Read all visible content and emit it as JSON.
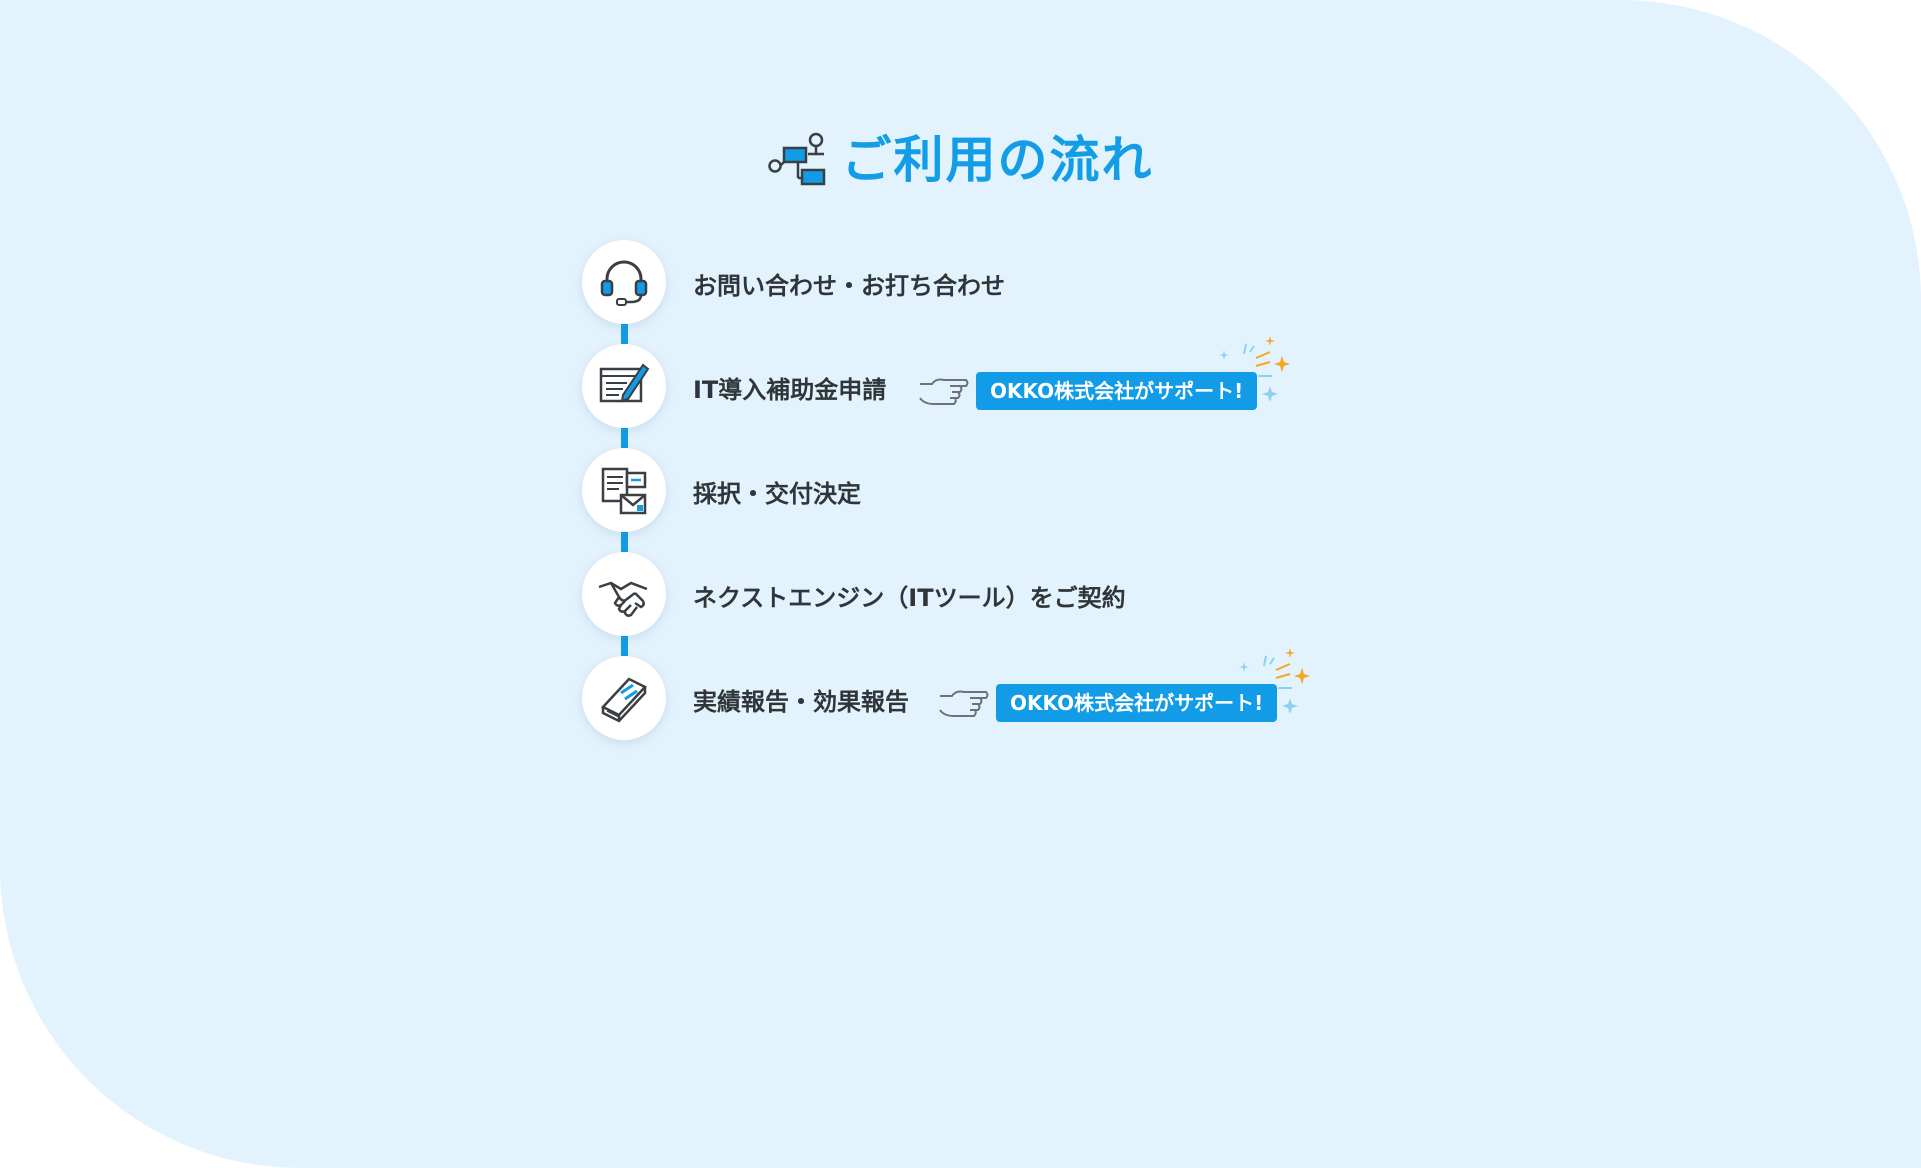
{
  "title": "ご利用の流れ",
  "steps": [
    {
      "label": "お問い合わせ・お打ち合わせ",
      "icon": "headset-icon"
    },
    {
      "label": "IT導入補助金申請",
      "icon": "document-pen-icon",
      "badge": "OKKO株式会社がサポート!"
    },
    {
      "label": "採択・交付決定",
      "icon": "documents-mail-icon"
    },
    {
      "label": "ネクストエンジン（ITツール）をご契約",
      "icon": "handshake-icon"
    },
    {
      "label": "実績報告・効果報告",
      "icon": "book-icon",
      "badge": "OKKO株式会社がサポート!"
    }
  ],
  "colors": {
    "panel_bg": "#e3f3fd",
    "accent": "#129be6",
    "title": "#129de6",
    "text": "#2f3538",
    "sparkle_gold": "#f5a623",
    "sparkle_blue": "#8fd0ee"
  }
}
